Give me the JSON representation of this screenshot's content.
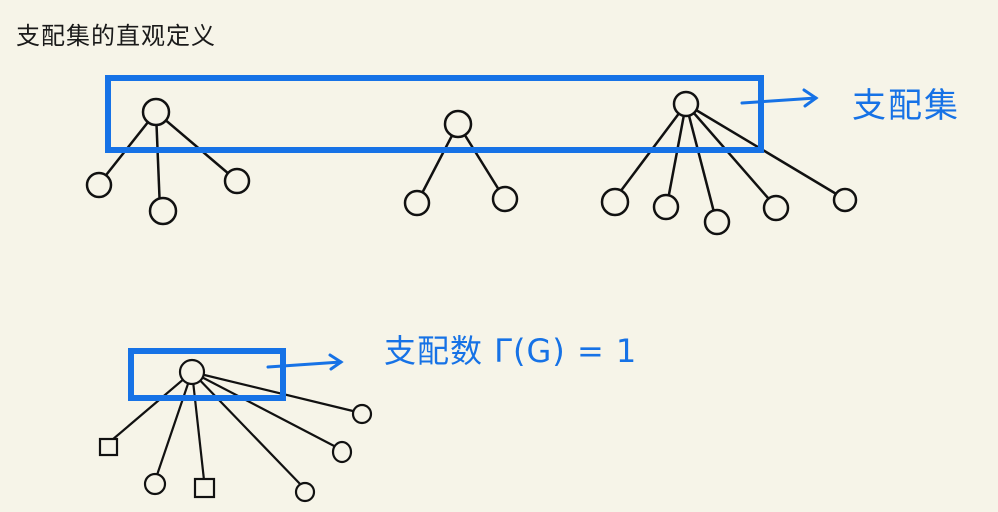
{
  "title": "支配集的直观定义",
  "annotations": {
    "dominating_set_label": "支配集",
    "domination_number_label": "支配数 Γ(G) = 1"
  },
  "colors": {
    "background": "#f6f4e8",
    "ink": "#111111",
    "highlight": "#1672e6"
  }
}
